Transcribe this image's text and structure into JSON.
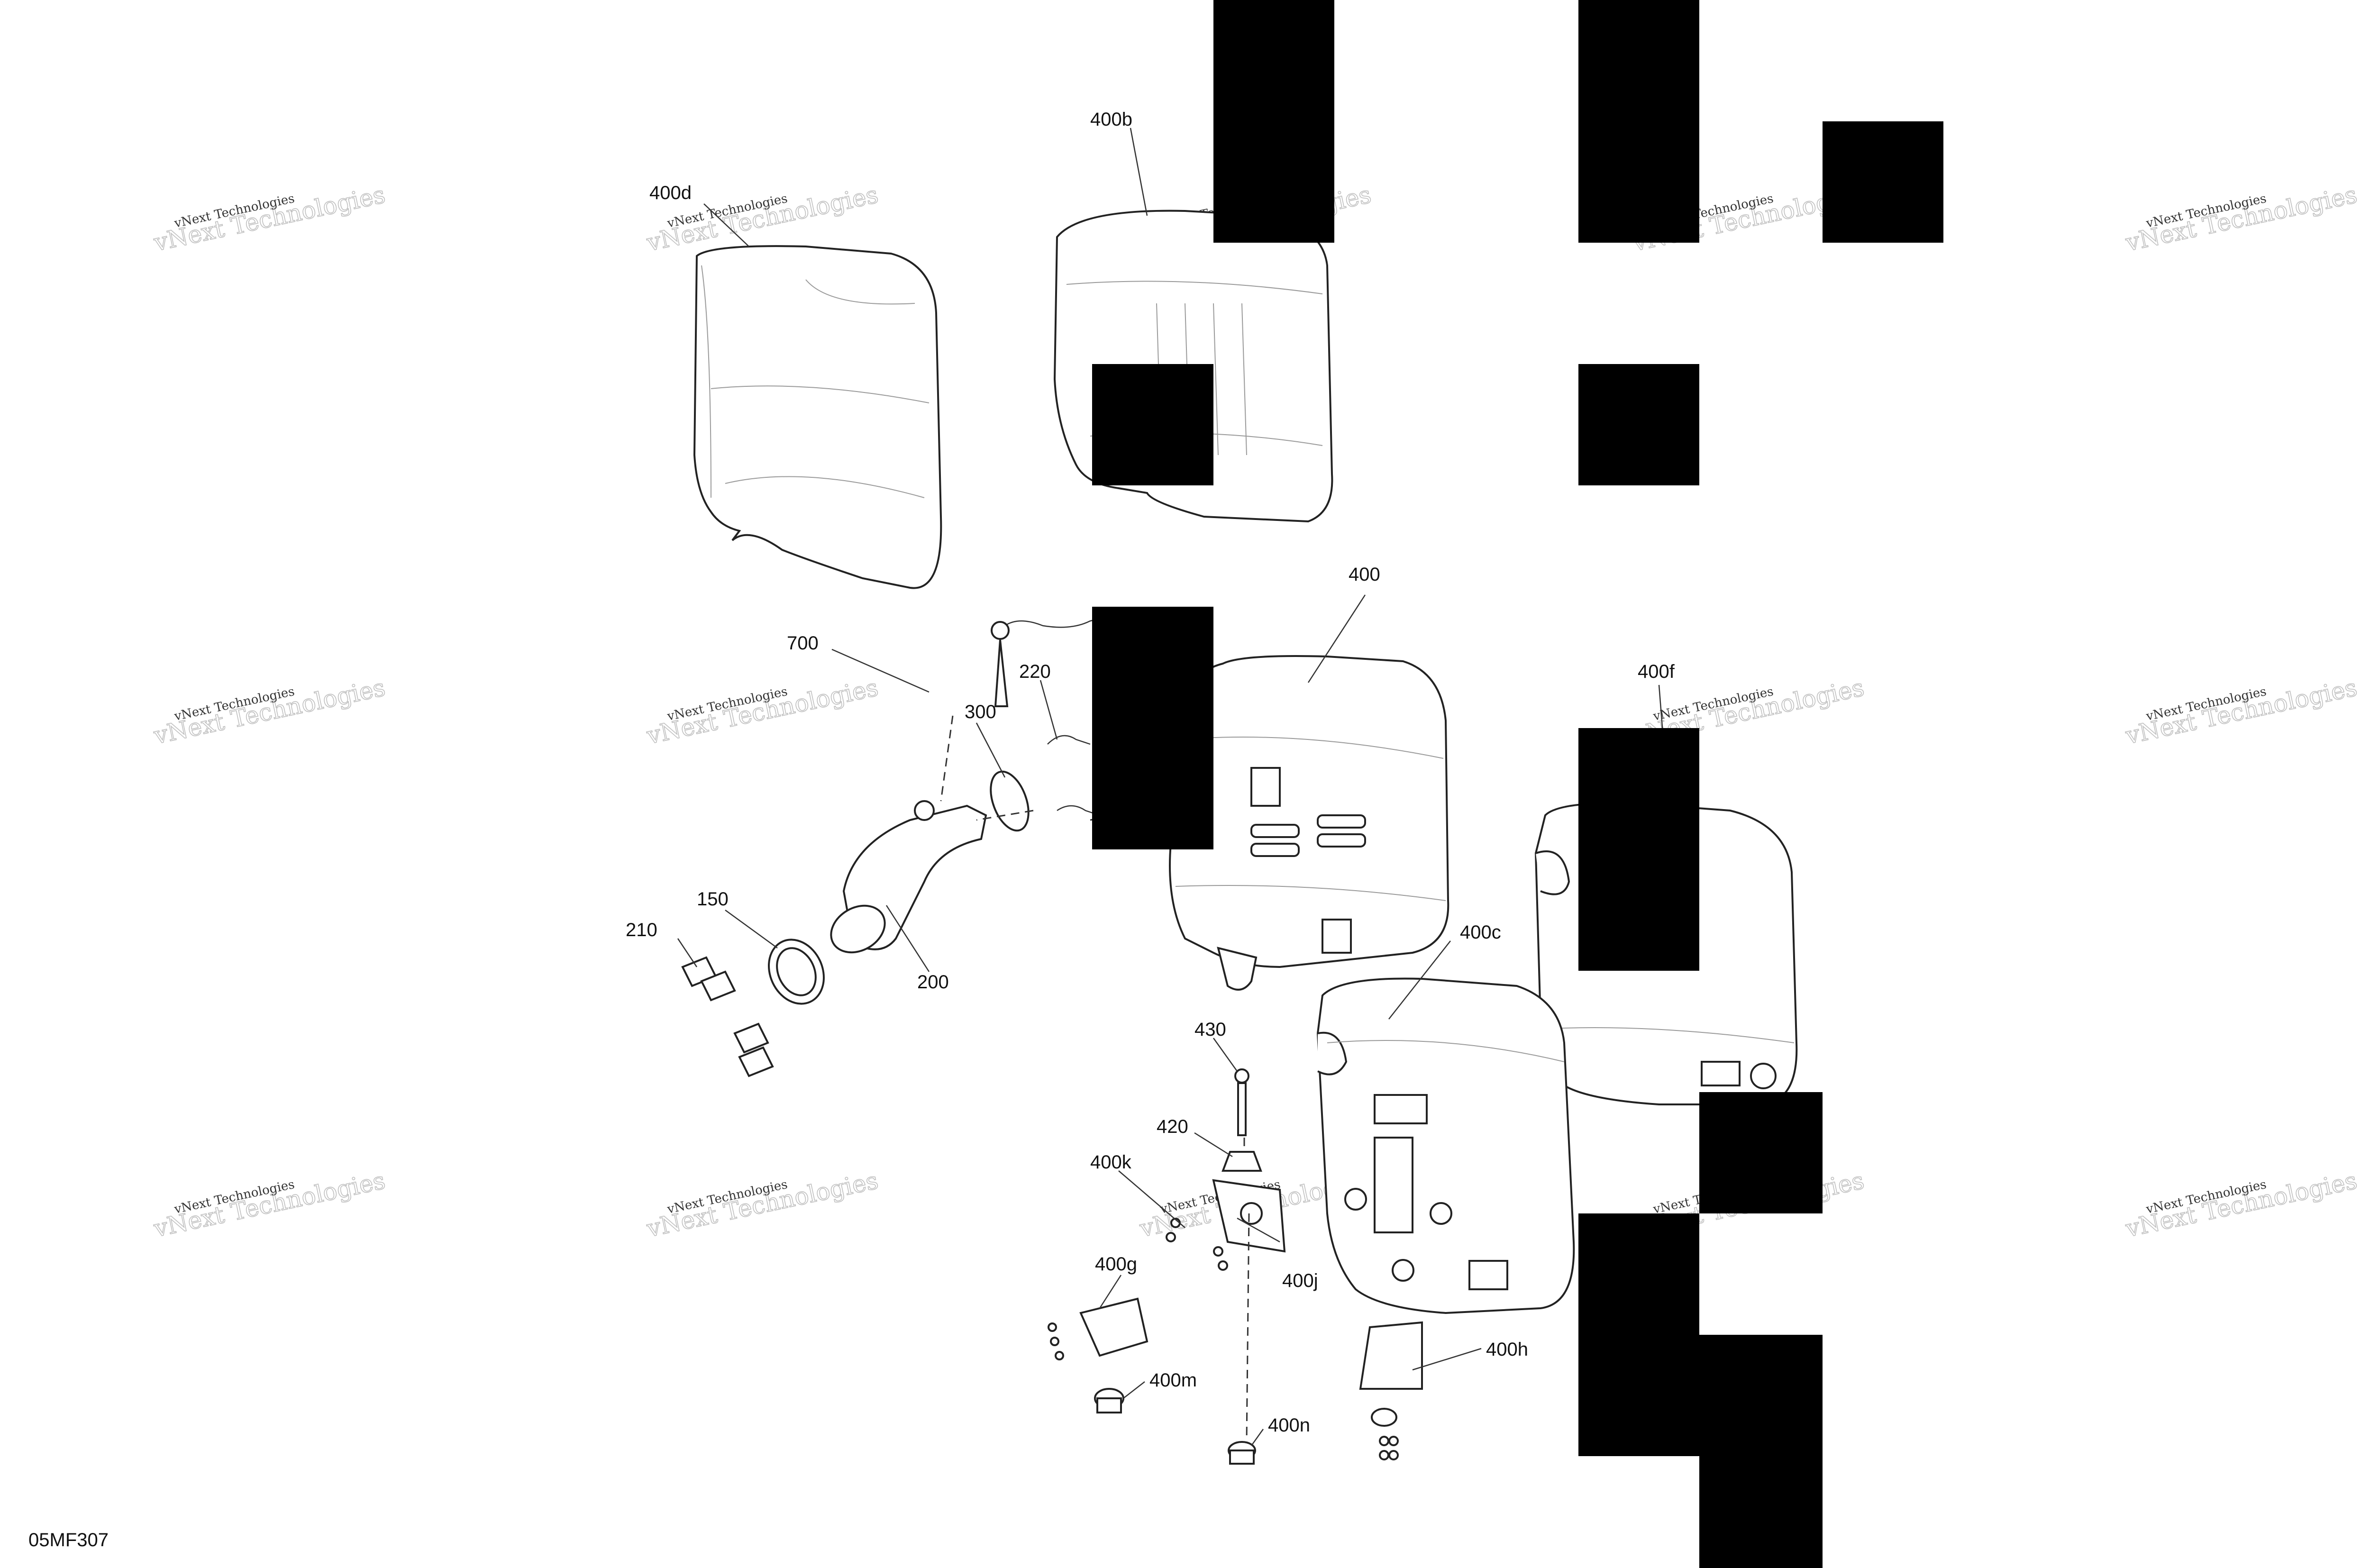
{
  "drawing_code": "05MF307",
  "watermark_text": "vNext Technologies",
  "callouts": {
    "c_400d": "400d",
    "c_400b": "400b",
    "c_400": "400",
    "c_700": "700",
    "c_220": "220",
    "c_300": "300",
    "c_400f": "400f",
    "c_150": "150",
    "c_210": "210",
    "c_200": "200",
    "c_400c": "400c",
    "c_430": "430",
    "c_420": "420",
    "c_400k": "400k",
    "c_400j": "400j",
    "c_400g": "400g",
    "c_400m": "400m",
    "c_400h": "400h",
    "c_400n": "400n"
  }
}
